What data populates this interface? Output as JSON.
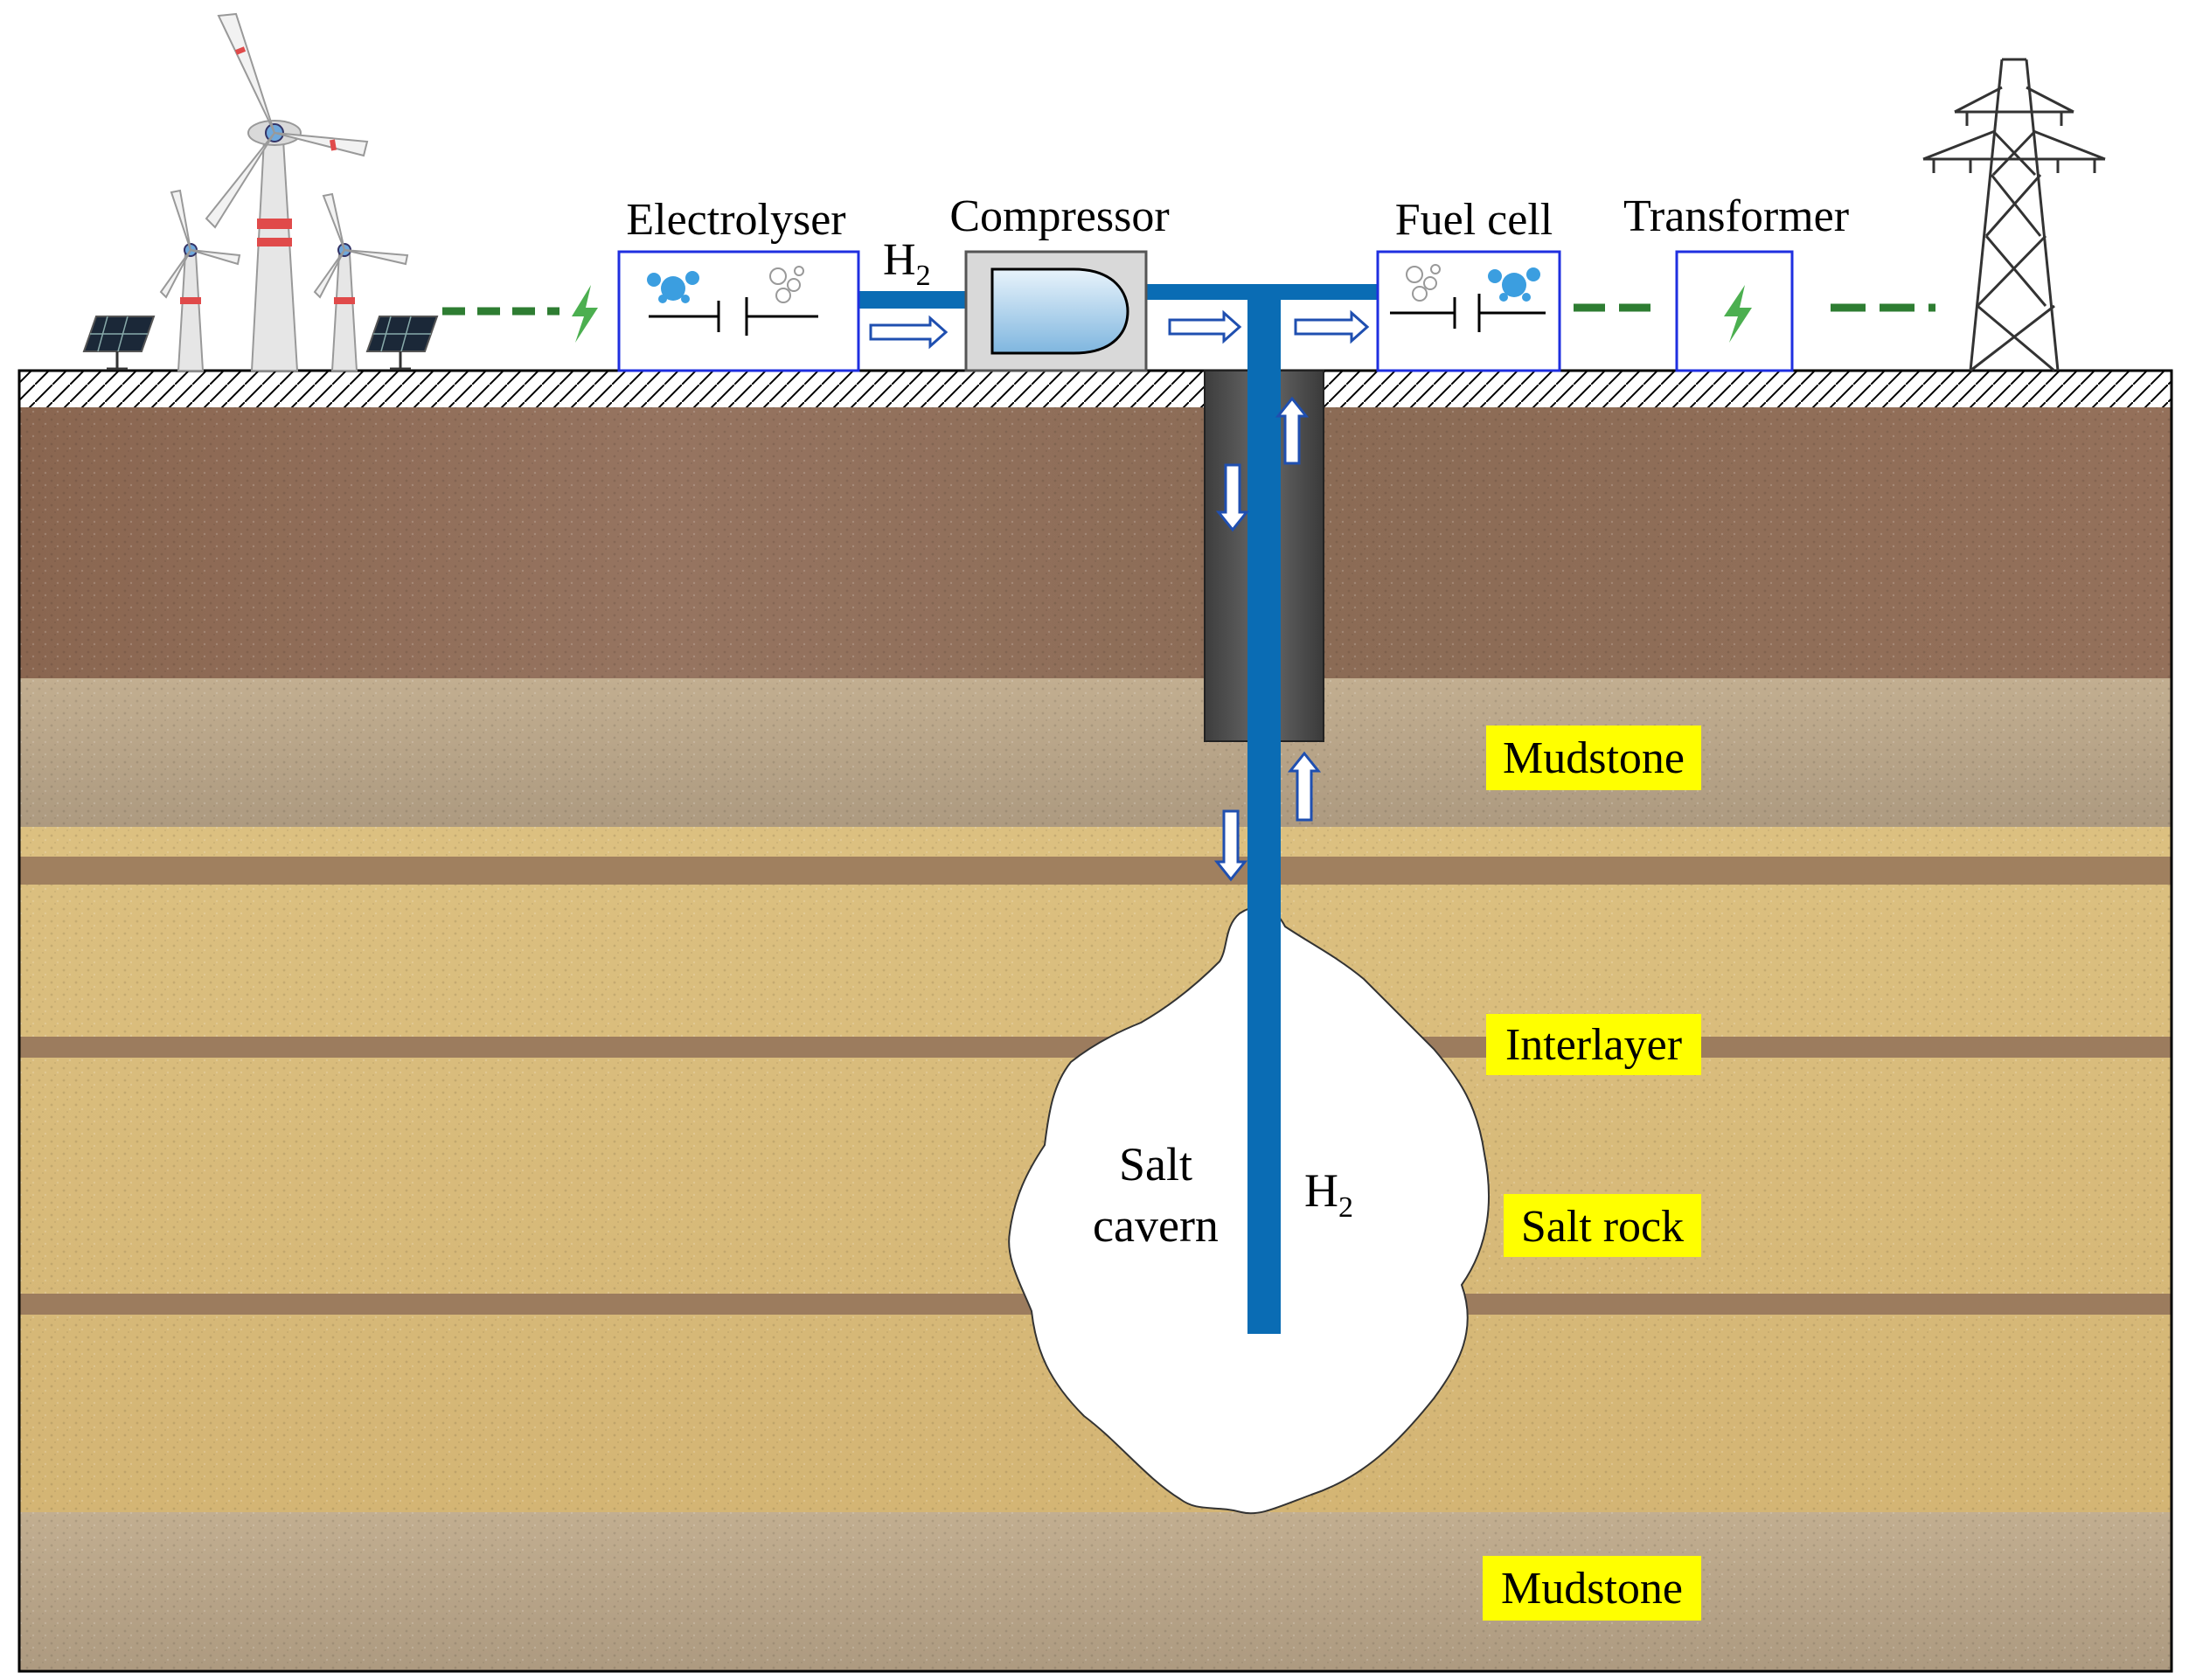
{
  "components": {
    "electrolyser": "Electrolyser",
    "compressor": "Compressor",
    "fuel_cell": "Fuel cell",
    "transformer": "Transformer"
  },
  "hydrogen": {
    "symbol": "H",
    "subscript": "2"
  },
  "cavern": {
    "line1": "Salt",
    "line2": "cavern"
  },
  "layers": {
    "mudstone_top": "Mudstone",
    "interlayer": "Interlayer",
    "salt_rock": "Salt rock",
    "mudstone_bottom": "Mudstone"
  },
  "colors": {
    "pipe": "#0a6cb4",
    "power_line": "#2e7d32",
    "box_border": "#1f2fe0",
    "label_highlight": "#ffff00",
    "topsoil": "#8c6a52",
    "mudstone": "#b9a58a",
    "salt_rock": "#d7b97a",
    "interlayer": "#98765a",
    "casing": "#4a4a4a",
    "cavern": "#ffffff"
  },
  "icons": {
    "renewables": [
      "solar-panel-icon",
      "wind-turbine-icon"
    ],
    "power": [
      "lightning-icon",
      "transmission-tower-icon"
    ],
    "flow": [
      "arrow-right-icon",
      "arrow-down-icon",
      "arrow-up-icon"
    ],
    "cells": [
      "water-drops-icon",
      "gas-bubbles-icon"
    ]
  }
}
